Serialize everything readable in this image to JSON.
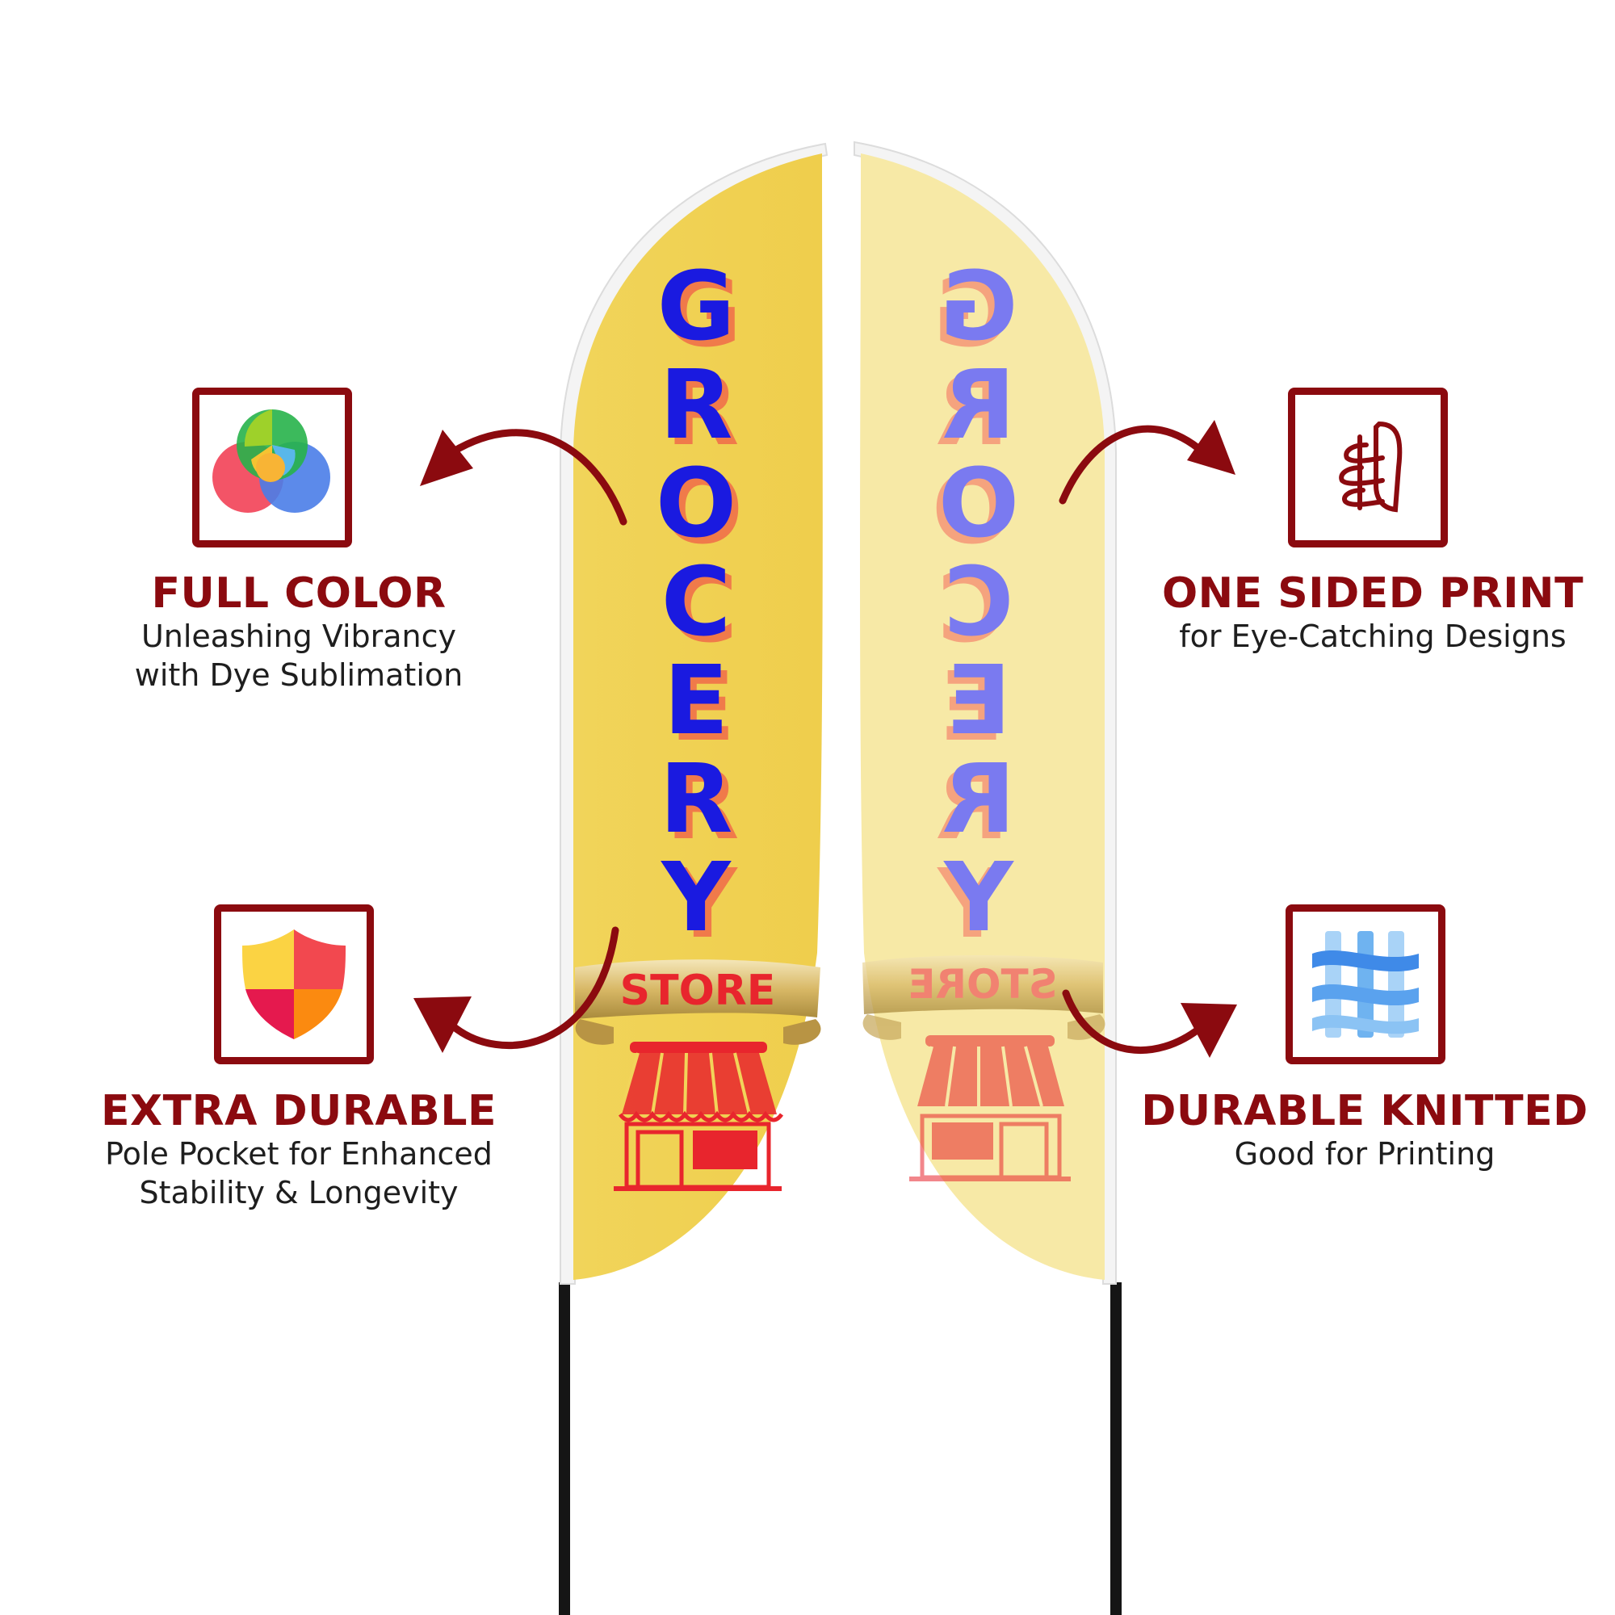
{
  "flags": {
    "front": {
      "word": "GROCERY",
      "banner_text": "STORE"
    },
    "back": {
      "word": "GROCERY",
      "banner_text": "STORE"
    }
  },
  "features": [
    {
      "title": "FULL COLOR",
      "desc_line1": "Unleashing Vibrancy",
      "desc_line2": "with Dye Sublimation",
      "icon": "color-wheel-icon"
    },
    {
      "title": "ONE SIDED PRINT",
      "desc_line1": "for Eye-Catching Designs",
      "desc_line2": "",
      "icon": "pole-sleeve-icon"
    },
    {
      "title": "EXTRA DURABLE",
      "desc_line1": "Pole Pocket for Enhanced",
      "desc_line2": "Stability & Longevity",
      "icon": "shield-icon"
    },
    {
      "title": "DURABLE KNITTED",
      "desc_line1": "Good for Printing",
      "desc_line2": "",
      "icon": "knit-fabric-icon"
    }
  ],
  "colors": {
    "accent": "#8b0a0f",
    "flag_front": "#f2d45a",
    "flag_back": "#f7e9a6",
    "letters_front": "#1a1ae0",
    "letters_back": "#7a7af0",
    "letter_shadow": "#f07a4a",
    "store_red": "#e8252d"
  }
}
